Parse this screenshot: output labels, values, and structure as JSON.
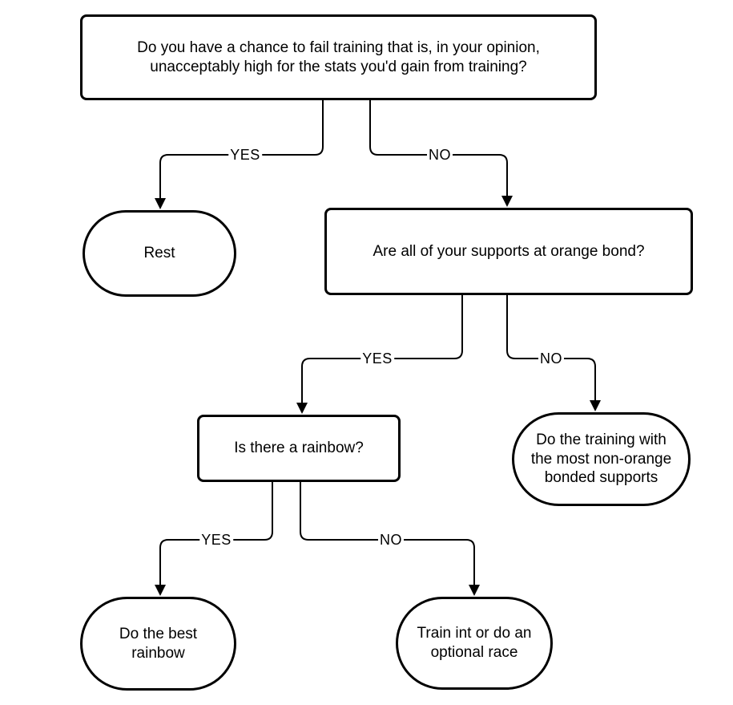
{
  "diagram": {
    "type": "flowchart",
    "background_color": "#ffffff",
    "line_color": "#000000",
    "text_color": "#000000",
    "nodes": [
      {
        "id": "q_fail_chance",
        "shape": "rectangle",
        "label": "Do you have a chance to fail training that is, in your opinion,\nunacceptably high for the stats you'd gain from training?"
      },
      {
        "id": "rest",
        "shape": "stadium",
        "label": "Rest"
      },
      {
        "id": "q_orange_bond",
        "shape": "rectangle",
        "label": "Are all of your supports at orange bond?"
      },
      {
        "id": "q_rainbow",
        "shape": "rectangle",
        "label": "Is there a rainbow?"
      },
      {
        "id": "train_non_orange",
        "shape": "stadium",
        "label": "Do the training with\nthe most non-orange\nbonded supports"
      },
      {
        "id": "best_rainbow",
        "shape": "stadium",
        "label": "Do the best\nrainbow"
      },
      {
        "id": "train_int_or_race",
        "shape": "stadium",
        "label": "Train int or do an\noptional race"
      }
    ],
    "edges": [
      {
        "from": "q_fail_chance",
        "to": "rest",
        "label": "YES"
      },
      {
        "from": "q_fail_chance",
        "to": "q_orange_bond",
        "label": "NO"
      },
      {
        "from": "q_orange_bond",
        "to": "q_rainbow",
        "label": "YES"
      },
      {
        "from": "q_orange_bond",
        "to": "train_non_orange",
        "label": "NO"
      },
      {
        "from": "q_rainbow",
        "to": "best_rainbow",
        "label": "YES"
      },
      {
        "from": "q_rainbow",
        "to": "train_int_or_race",
        "label": "NO"
      }
    ]
  }
}
